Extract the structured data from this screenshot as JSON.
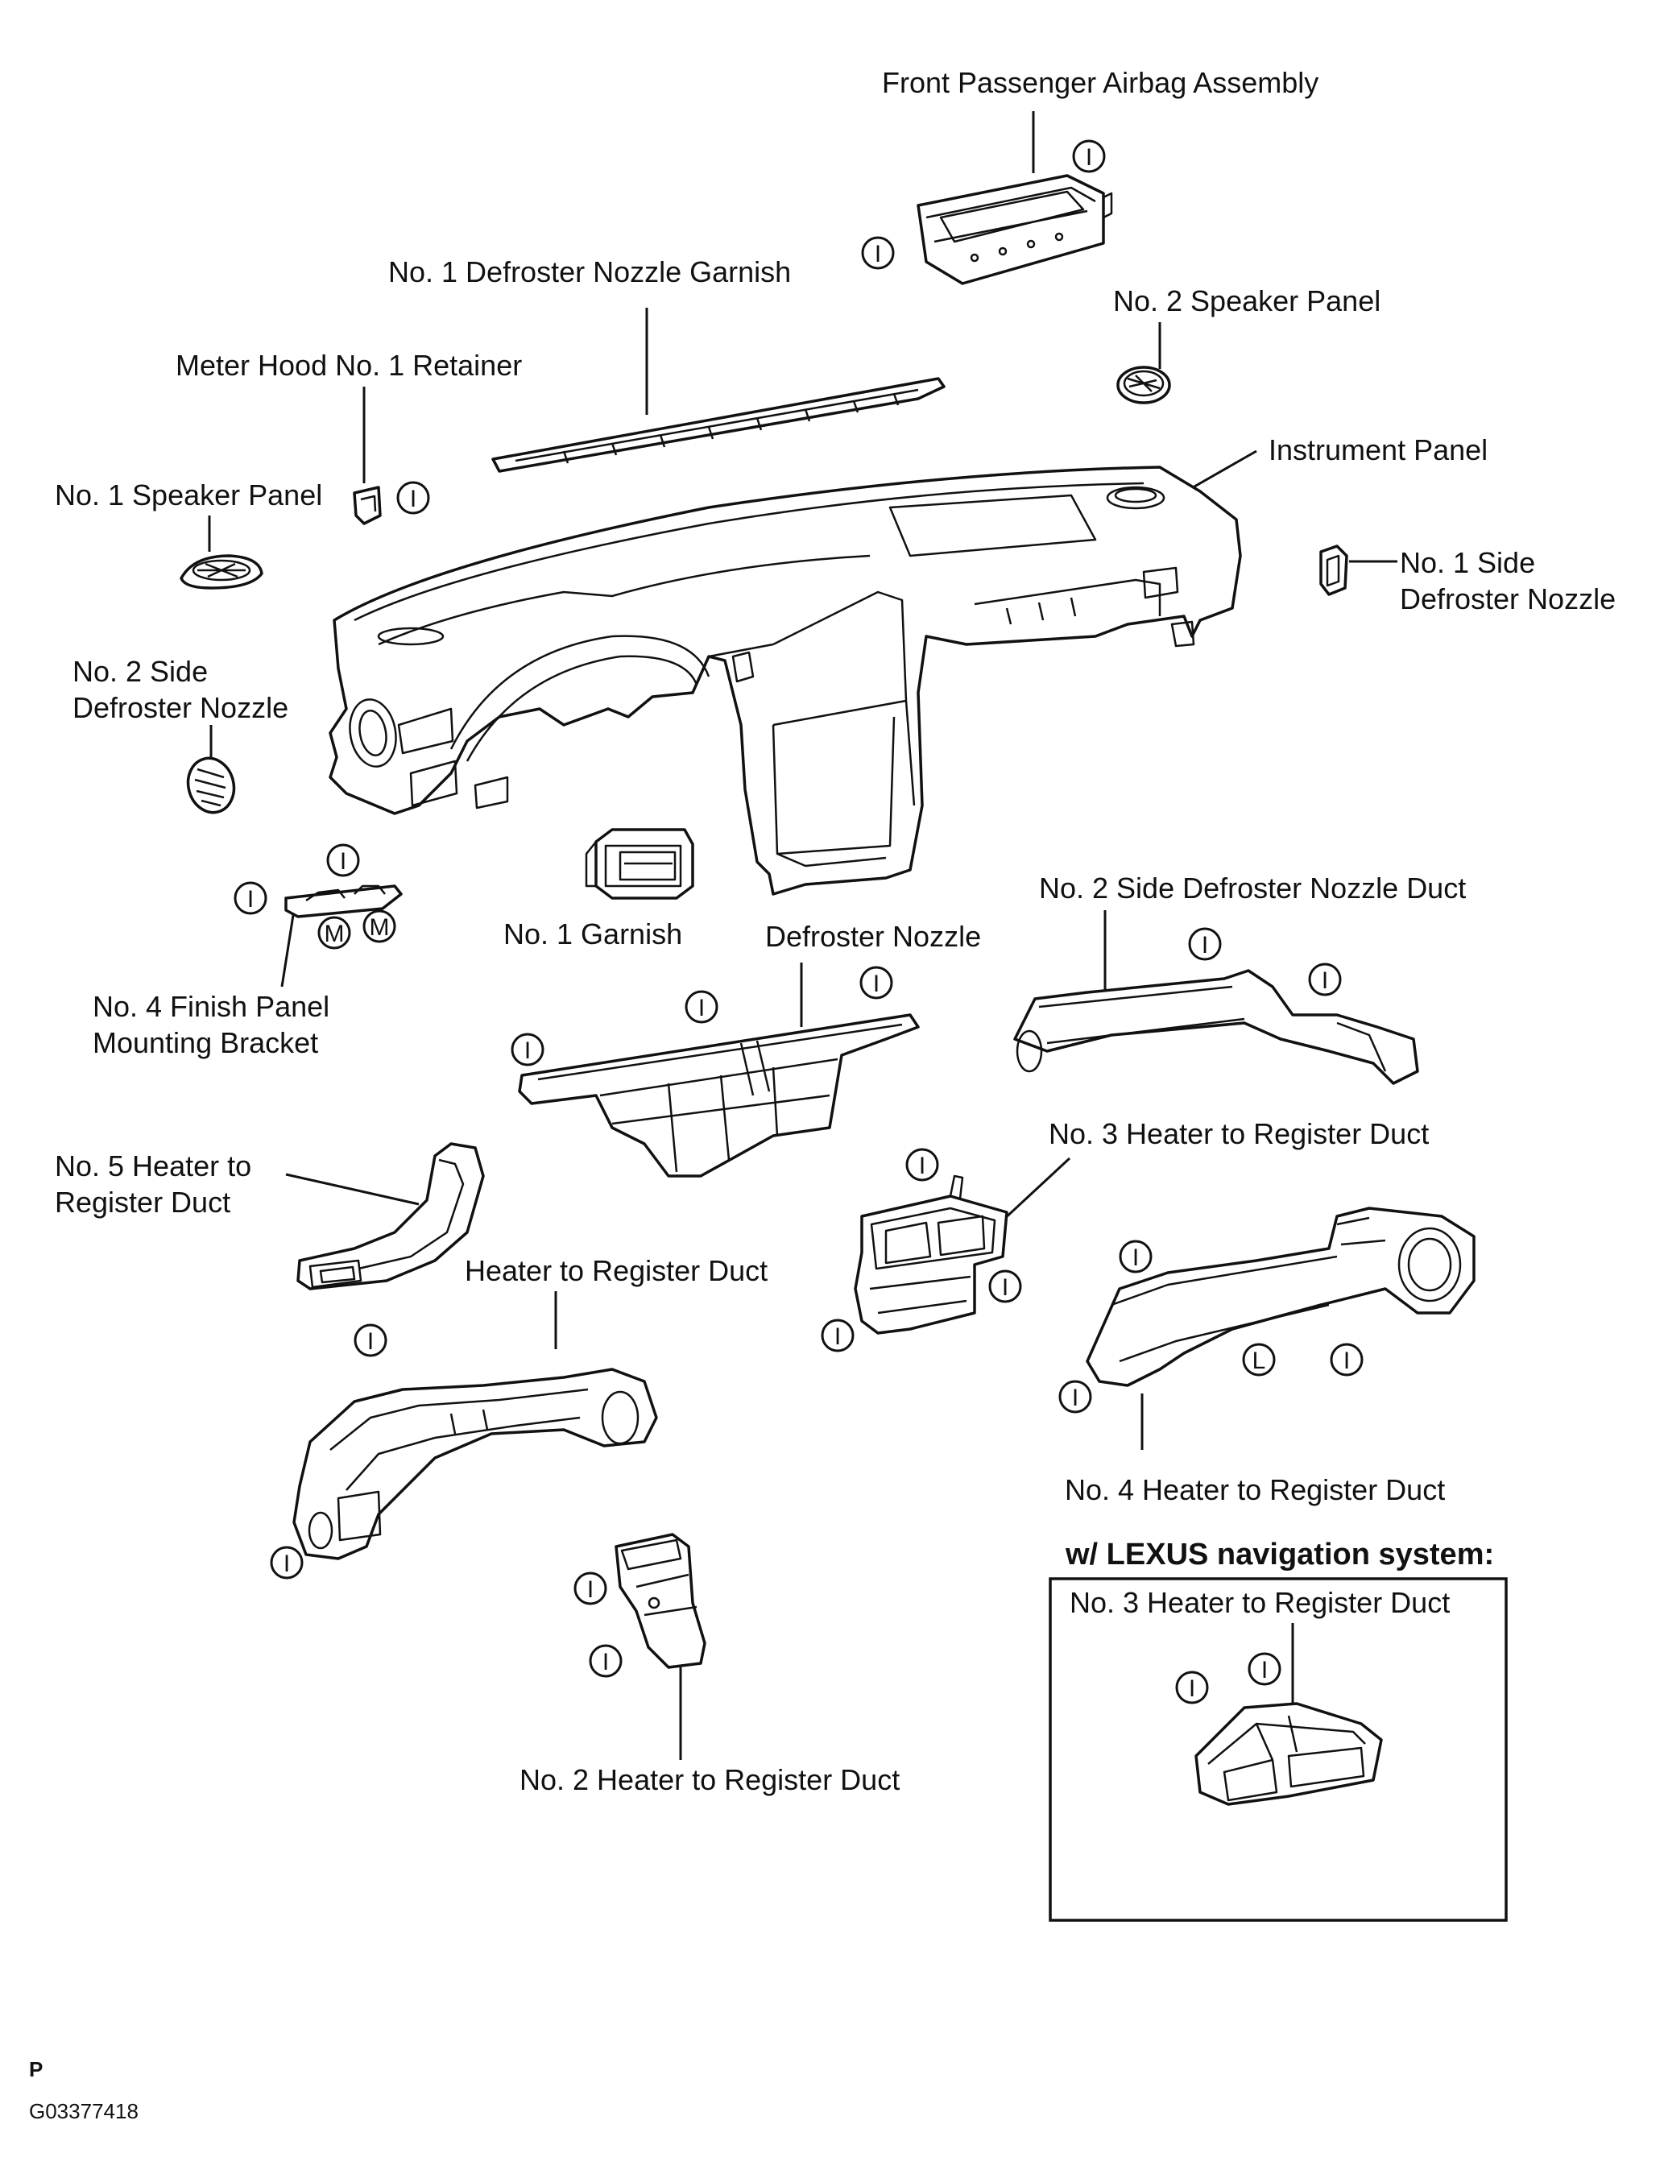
{
  "labels": {
    "airbag": "Front Passenger Airbag Assembly",
    "garnish1": "No. 1 Defroster Nozzle Garnish",
    "speaker2": "No. 2 Speaker Panel",
    "meter_hood": "Meter Hood No. 1 Retainer",
    "instrument_panel": "Instrument Panel",
    "speaker1": "No. 1 Speaker Panel",
    "side_nozzle1_a": "No. 1 Side",
    "side_nozzle1_b": "Defroster Nozzle",
    "side_nozzle2_a": "No. 2 Side",
    "side_nozzle2_b": "Defroster Nozzle",
    "no1_garnish": "No. 1 Garnish",
    "defroster_nozzle": "Defroster Nozzle",
    "side_duct2": "No. 2 Side Defroster Nozzle Duct",
    "bracket_a": "No. 4 Finish Panel",
    "bracket_b": "Mounting Bracket",
    "duct5_a": "No. 5 Heater to",
    "duct5_b": "Register Duct",
    "duct3": "No. 3 Heater to Register Duct",
    "heater_duct": "Heater to Register Duct",
    "duct4": "No. 4 Heater to Register Duct",
    "nav_title": "w/ LEXUS navigation system:",
    "nav_duct3": "No. 3 Heater to Register Duct",
    "duct2": "No. 2 Heater to Register Duct"
  },
  "footer": {
    "letter": "P",
    "code": "G03377418"
  },
  "markers": {
    "I": "I",
    "M": "M",
    "L": "L"
  }
}
